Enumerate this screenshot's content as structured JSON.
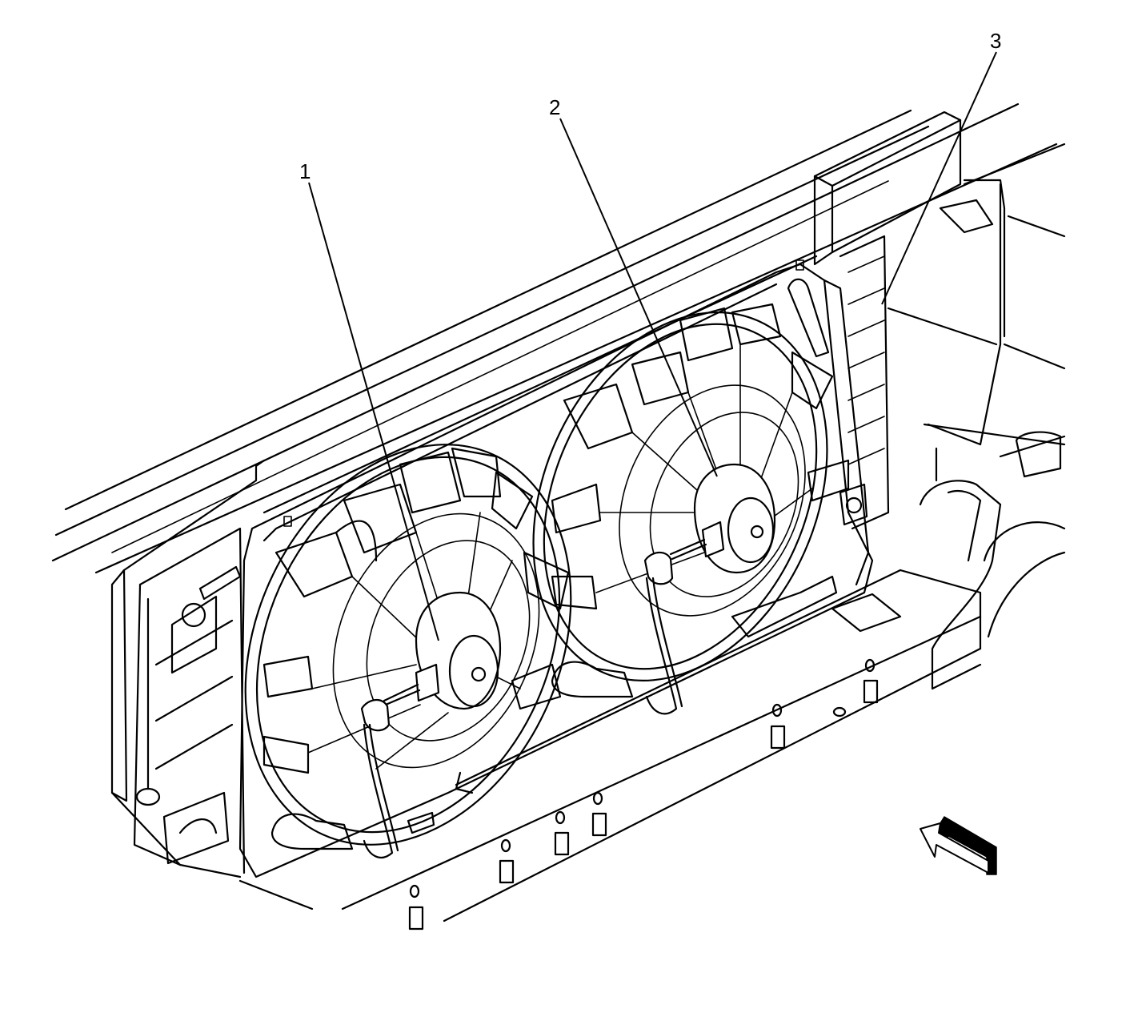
{
  "callouts": [
    {
      "id": "1",
      "label": "1"
    },
    {
      "id": "2",
      "label": "2"
    },
    {
      "id": "3",
      "label": "3"
    }
  ],
  "icons": {
    "view_arrow": "direction-arrow-icon"
  },
  "colors": {
    "line": "#000000",
    "background": "#ffffff"
  }
}
